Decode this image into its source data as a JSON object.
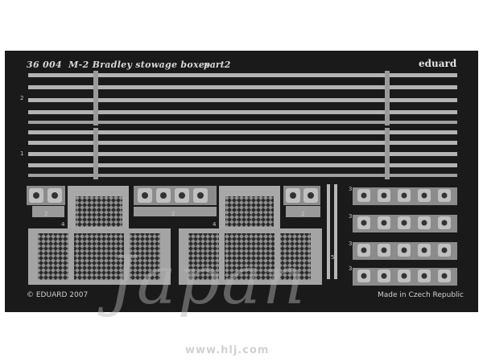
{
  "sheet": {
    "product_code": "36 004",
    "title": "M-2 Bradley stowage boxes",
    "part": "part2",
    "brand": "eduard",
    "copyright": "© EDUARD 2007",
    "origin": "Made in Czech Republic"
  },
  "part_numbers": {
    "strip_row_1": "2",
    "strip_row_2": "1",
    "hinge_group_a": "2",
    "hinge_group_b": "2",
    "hinge_group_c": "2",
    "lid_a": "4",
    "lid_b": "4",
    "rod_pair": "5",
    "right_row_1": "3",
    "right_row_2": "3",
    "right_row_3": "3",
    "right_row_4": "3"
  },
  "watermark": {
    "script_text": "Japan",
    "url": "www.hlj.com"
  },
  "colors": {
    "fret_background": "#1a1a1a",
    "brass": "#a9a9a9",
    "brass_light": "#c4c4c4",
    "brass_dark": "#7e7e7e"
  }
}
